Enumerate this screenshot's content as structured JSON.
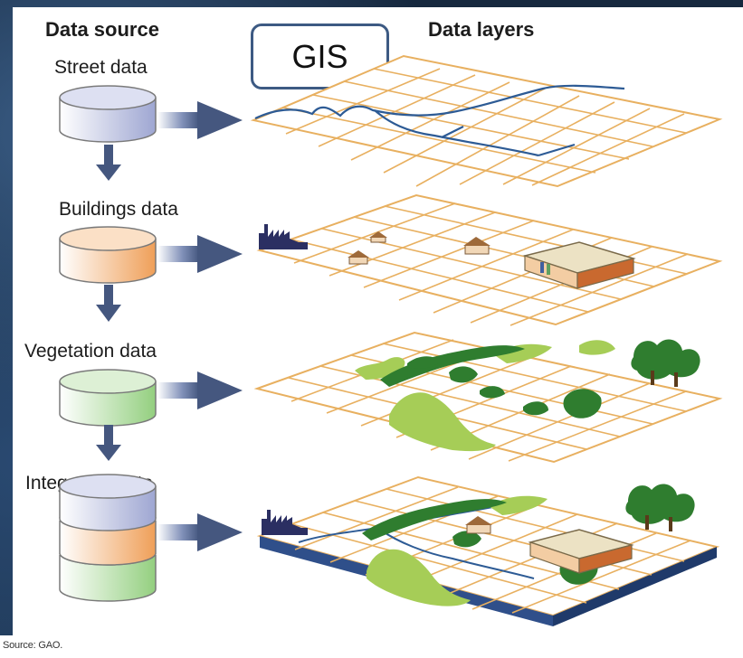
{
  "headers": {
    "data_source": "Data source",
    "data_layers": "Data layers"
  },
  "gis_label": "GIS",
  "sources": [
    {
      "label": "Street data",
      "icon": "street-database-icon",
      "color": "#c9cde8"
    },
    {
      "label": "Buildings data",
      "icon": "buildings-database-icon",
      "color": "#f2b37e"
    },
    {
      "label": "Vegetation data",
      "icon": "vegetation-database-icon",
      "color": "#b7deaa"
    },
    {
      "label": "Integrated data",
      "icon": "integrated-database-icon",
      "color": "#c9cde8"
    }
  ],
  "source_note": "Source: GAO.",
  "colors": {
    "grid_line": "#e8b060",
    "street": "#2d5b95",
    "arrow": "#45577f",
    "tree_dark": "#2f7d2f",
    "tree_light": "#a6cd57",
    "platform_blue": "#2f4f8a"
  }
}
